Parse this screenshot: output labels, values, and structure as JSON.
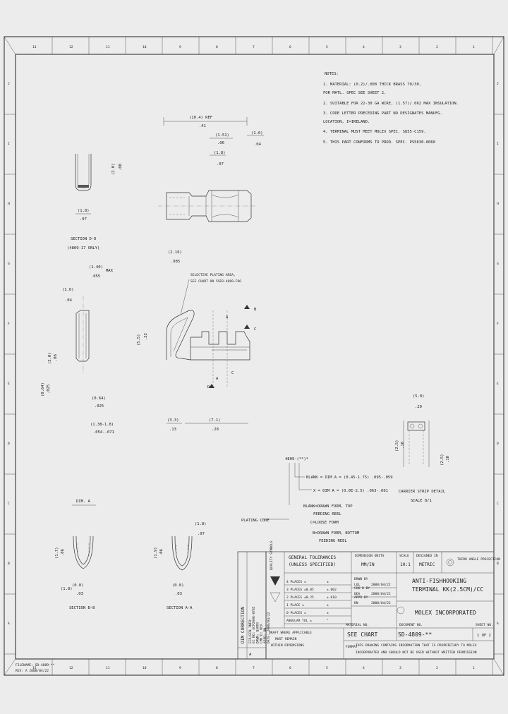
{
  "border": {
    "top_zones": [
      "13",
      "12",
      "11",
      "10",
      "9",
      "8",
      "7",
      "6",
      "5",
      "4",
      "3",
      "2",
      "1"
    ],
    "bottom_zones": [
      "13",
      "12",
      "11",
      "10",
      "9",
      "8",
      "7",
      "6",
      "5",
      "4",
      "3",
      "2",
      "1"
    ],
    "left_zones": [
      "J",
      "I",
      "H",
      "G",
      "F",
      "E",
      "D",
      "C",
      "B",
      "A"
    ],
    "right_zones": [
      "J",
      "I",
      "H",
      "G",
      "F",
      "E",
      "D",
      "C",
      "B",
      "A"
    ]
  },
  "notes": {
    "heading": "NOTES:",
    "items": [
      "1. MATERIAL: (0.2)/.008 THICK BRASS 70/30,",
      "   FOR MATL. SPEC SEE SHEET 2.",
      "2. SUITABLE FOR 22-30 GA WIRE, (1.57)/.062 MAX INSULATION.",
      "3. CODE LETTER PRECEDING PART NO DESIGNATES MANUFG.",
      "   LOCATION, I=IRELAND.",
      "4. TERMINAL MUST MEET MOLEX SPEC. SQ55-C159.",
      "5. THIS PART CONFORMS TO PROD. SPEC. PS5630-0060"
    ]
  },
  "dims": {
    "ref_len": "(10.4) REF",
    "ref_len_in": ".41",
    "d_151": "(1.51)",
    "d_151_in": ".06",
    "d_101": "(1.0)",
    "d_101_in": ".04",
    "d_181": "(1.8)",
    "d_181_in": ".07",
    "d_height": "(2.0)",
    "d_height_in": ".08",
    "d_18": "(1.8)",
    "d_18_in": ".07",
    "sec_dd": "SECTION D-D",
    "sec_dd_note": "(4809-17 ONLY)",
    "d_216": "(2.16)",
    "d_216_in": ".085",
    "plating_note1": "SELECTIVE PLATING AREA,",
    "plating_note2": "SEE CHART ON 5SD3-4809-F86",
    "d_140": "(1.40)",
    "d_140_in": ".055",
    "max": "MAX",
    "d_100": "(1.0)",
    "d_100_in": ".04",
    "d_side": "(2.0)",
    "d_side_in": ".08",
    "d_064": "(0.64)",
    "d_064_in": ".025",
    "d_064b": "(0.64)",
    "d_064b_in": ".025",
    "d_138": "(1.38-1.8)",
    "d_138_in": ".054-.071",
    "d_330": "(3.3)",
    "d_330_in": ".13",
    "d_710": "(7.1)",
    "d_710_in": ".28",
    "d_vert": "(5.5)",
    "d_vert_in": ".22",
    "label_a": "A",
    "label_b": "B",
    "label_c": "C",
    "label_d": "D",
    "carrier_w": "(5.0)",
    "carrier_w_in": ".20",
    "carrier_h": "(2.5)",
    "carrier_h_in": ".10",
    "carrier_pitch": "(2.5)",
    "carrier_pitch_in": ".10",
    "carrier_title": "CARRIER STRIP DETAIL",
    "carrier_scale": "SCALE 8/1"
  },
  "partno": {
    "base": "4809-(**)*",
    "blank_line": "BLANK = DIM A = (0.45-1.75) .095-.059",
    "x_line": "X = DIM A = (0.0E-2.5) .063-.061",
    "blank_desc1": "BLANK=DRAWN FORM, TOP",
    "blank_desc2": "FEEDING REEL",
    "cl_desc": "C=LOOSE FORM",
    "b_desc1": "B=DRAWN FORM, BOTTOM",
    "b_desc2": "FEEDING REEL",
    "plating": "PLATING CODE"
  },
  "sections": {
    "dim_a": "DIM. A",
    "sec_bb": "SECTION B-B",
    "sec_aa": "SECTION A-A",
    "bb_h": "(1.7)",
    "bb_h_in": ".06",
    "bb_w": "(0.8)",
    "bb_w_in": ".03",
    "bb_t": "(1.8)",
    "bb_t_in": ".07",
    "aa_h": "(1.9)",
    "aa_h_in": ".06",
    "aa_w": "(0.8)",
    "aa_w_in": ".03",
    "aa_t": "(1.8)",
    "aa_t_in": ".07"
  },
  "revision_block": {
    "title": "DIM CORRECTION",
    "lines": [
      "ECR/ECN INFO:",
      "EC NO: UCP2008-0785",
      "DRWN: BARRY",
      "CHK'D: DEA",
      "APPR: DN",
      "DATE: 2008/04/22"
    ],
    "rev": "A",
    "side_rev": "REV"
  },
  "title_block": {
    "quality_label": "QUALITY SYMBOLS",
    "tolerances1": "GENERAL TOLERANCES",
    "tolerances2": "(UNLESS SPECIFIED)",
    "dimension_units_label": "DIMENSION UNITS",
    "dimension_units": "MM/IN",
    "scale_label": "SCALE",
    "scale": "10:1",
    "designed_in_label": "DESIGNED IN",
    "designed_in": "METRIC",
    "projection": "THIRD ANGLE PROJECTION",
    "tol_rows": [
      [
        "4 PLACES ±",
        "±"
      ],
      [
        "3 PLACES ±0.05",
        "±.002"
      ],
      [
        "2 PLACES ±0.25",
        "±.010"
      ],
      [
        "1 PLACE ±",
        "±"
      ],
      [
        "0 PLACES ±",
        "±"
      ],
      [
        "ANGULAR TOL ±",
        "°"
      ]
    ],
    "drwn_label": "DRWN BY",
    "drwn": "LOL",
    "drwn_date": "2008/04/22",
    "chk_label": "CHK'D BY",
    "chk": "DEA",
    "chk_date": "2008/04/22",
    "appr_label": "APPR BY",
    "appr": "DN",
    "appr_date": "2008/04/22",
    "part_title1": "ANTI-FISHHOOKING",
    "part_title2": "TERMINAL KK(2.5CM)/CC",
    "company": "MOLEX INCORPORATED",
    "draft_wt_label": "DRAFT WHERE APPLICABLE",
    "draft_wt2": "MUST REMAIN",
    "draft_wt3": "WITHIN DIMENSIONS",
    "material_label": "MATERIAL NO.",
    "material": "SEE CHART",
    "doc_label": "DOCUMENT NO.",
    "doc": "SD-4809-**",
    "sheet_label": "SHEET NO.",
    "sheet": "1 OF 2",
    "format": "FORMAT",
    "proprietary1": "THIS DRAWING CONTAINS INFORMATION THAT IS PROPRIETARY TO MOLEX",
    "proprietary2": "INCORPORATED AND SHOULD NOT BE USED WITHOUT WRITTEN PERMISSION"
  },
  "footer": {
    "line1": "FILENAME: SD-4809-**",
    "line2": "REV: A  2008/04/22"
  }
}
